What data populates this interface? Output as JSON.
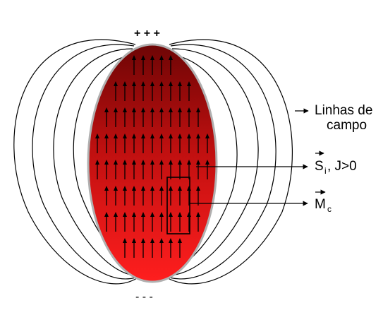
{
  "diagram": {
    "top_signs": "+ + +",
    "bottom_signs": "- - -",
    "field_lines_label_line1": "Linhas de",
    "field_lines_label_line2": "campo",
    "spin_label_symbol": "S",
    "spin_label_subscript": "i",
    "spin_label_condition": ", J>0",
    "magnetization_label_symbol": "M",
    "magnetization_label_subscript": "c",
    "colors": {
      "ellipse_top": "#7a0a0a",
      "ellipse_bottom": "#ff1a1a",
      "ellipse_outline": "#aaaaaa",
      "lines": "#000000"
    },
    "icons": {
      "spin_arrow": "up-arrow-icon",
      "vector_overbar": "right-arrow-icon"
    }
  }
}
